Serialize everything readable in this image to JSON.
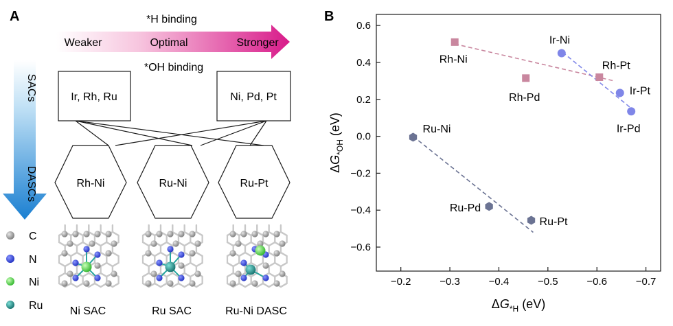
{
  "panel_a": {
    "label": "A",
    "binding_top": "*H binding",
    "binding_bottom": "*OH binding",
    "arrow_labels": [
      "Weaker",
      "Optimal",
      "Stronger"
    ],
    "vertical_labels": [
      "SACs",
      "DASCs"
    ],
    "sac_boxes": [
      "Ir, Rh, Ru",
      "Ni, Pd, Pt"
    ],
    "hexagons": [
      "Rh-Ni",
      "Ru-Ni",
      "Ru-Pt"
    ],
    "legend": [
      {
        "label": "C",
        "color": "#8c8c8c"
      },
      {
        "label": "N",
        "color": "#2e3fd6"
      },
      {
        "label": "Ni",
        "color": "#4fd64a"
      },
      {
        "label": "Ru",
        "color": "#1c8f8c"
      }
    ],
    "structure_labels": [
      "Ni SAC",
      "Ru SAC",
      "Ru-Ni DASC"
    ],
    "colors": {
      "arrow_pink": "#d81b8a",
      "arrow_blue": "#1a7fd1"
    }
  },
  "chart_data": {
    "type": "scatter",
    "panel_label": "B",
    "xlabel": "ΔG*H (eV)",
    "ylabel": "ΔG*OH (eV)",
    "xlim": [
      -0.15,
      -0.73
    ],
    "ylim": [
      -0.73,
      0.66
    ],
    "x_reversed": true,
    "xticks": [
      -0.2,
      -0.3,
      -0.4,
      -0.5,
      -0.6,
      -0.7
    ],
    "xtick_labels": [
      "−0.2",
      "−0.3",
      "−0.4",
      "−0.5",
      "−0.6",
      "−0.7"
    ],
    "yticks": [
      0.6,
      0.4,
      0.2,
      0.0,
      -0.2,
      -0.4,
      -0.6
    ],
    "ytick_labels": [
      "0.6",
      "0.4",
      "0.2",
      "0.0",
      "−0.2",
      "−0.4",
      "−0.6"
    ],
    "grid": false,
    "series": [
      {
        "marker": "square",
        "color": "#c9879f",
        "trendline": {
          "x": [
            -0.31,
            -0.635
          ],
          "y": [
            0.5,
            0.3
          ]
        },
        "points": [
          {
            "label": "Rh-Ni",
            "x": -0.31,
            "y": 0.51
          },
          {
            "label": "Rh-Pd",
            "x": -0.455,
            "y": 0.315
          },
          {
            "label": "Rh-Pt",
            "x": -0.605,
            "y": 0.32
          }
        ]
      },
      {
        "marker": "circle",
        "color": "#7f86e8",
        "trendline": {
          "x": [
            -0.53,
            -0.68
          ],
          "y": [
            0.455,
            0.13
          ]
        },
        "points": [
          {
            "label": "Ir-Ni",
            "x": -0.528,
            "y": 0.45
          },
          {
            "label": "Ir-Pt",
            "x": -0.647,
            "y": 0.235
          },
          {
            "label": "Ir-Pd",
            "x": -0.67,
            "y": 0.135
          }
        ]
      },
      {
        "marker": "hexagon",
        "color": "#6b7393",
        "trendline": {
          "x": [
            -0.225,
            -0.47
          ],
          "y": [
            0.0,
            -0.52
          ]
        },
        "points": [
          {
            "label": "Ru-Ni",
            "x": -0.225,
            "y": -0.005
          },
          {
            "label": "Ru-Pd",
            "x": -0.38,
            "y": -0.38
          },
          {
            "label": "Ru-Pt",
            "x": -0.466,
            "y": -0.455
          }
        ]
      }
    ]
  }
}
